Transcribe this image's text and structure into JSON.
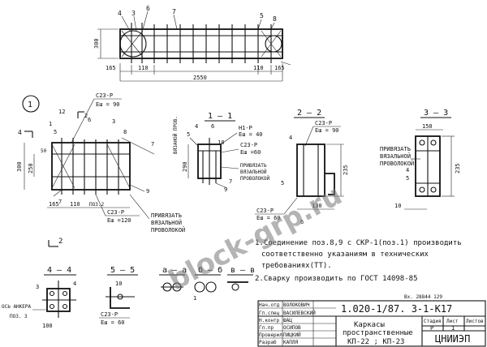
{
  "top_view": {
    "callout_4": "4",
    "callout_3": "3",
    "callout_5": "5",
    "callout_6": "6",
    "callout_7": "7",
    "callout_8": "8",
    "dim_height": "300",
    "dim_165": "165",
    "dim_110_left": "110",
    "dim_110_right": "110",
    "dim_165_right": "165",
    "dim_total": "2550"
  },
  "main_view": {
    "circle_label": "1",
    "leader_c23": "С23-Р",
    "leader_c23_sub": "Е",
    "leader_esh": "Еш = 90",
    "n_12": "12",
    "n_1_left": "1",
    "n_5": "5",
    "n_4": "4",
    "n_3": "3",
    "n_6": "6",
    "n_8": "8",
    "n_7": "7",
    "n_9": "9",
    "n_2_top": "2",
    "n_2_bottom": "2",
    "dim_300": "300",
    "dim_250": "250",
    "dim_165": "165",
    "dim_110": "110",
    "dim_50": "50",
    "dim_pos": "ПОЗ.2",
    "leader_bottom": "С23-Р",
    "leader_bottom_esh": "Еш =120",
    "note_tie_1": "ПРИВЯЗАТЬ",
    "note_tie_2": "ВЯЗАЛЬНОЙ",
    "note_tie_3": "ПРОВОЛОКОЙ"
  },
  "section_1_1": {
    "title": "1 — 1",
    "side_label": "ВЯЗАНОЙ ПРОВ.",
    "h1": "Н1-Р",
    "h1_esh": "Еш = 40",
    "c23": "С23-Р",
    "c23_esh": "Еш =60",
    "n_4": "4",
    "n_5": "5",
    "n_6": "6",
    "n_7": "7",
    "n_9": "9",
    "n_10": "10",
    "dim_290": "290",
    "note_1": "ПРИВЯЗАТЬ",
    "note_2": "ВЯЗАЛЬНОЙ",
    "note_3": "ПРОВОЛОКОЙ"
  },
  "section_2_2": {
    "title": "2 — 2",
    "c23": "С23-Р",
    "c23_esh": "Еш = 90",
    "n_4": "4",
    "n_5": "5",
    "n_6": "6",
    "dim_235": "235",
    "dim_130": "130",
    "c23b": "С23-Р",
    "c23b_esh": "Еш = 60"
  },
  "section_3_3": {
    "title": "3 — 3",
    "dim_150": "150",
    "dim_235": "235",
    "dim_10": "10",
    "n_4": "4",
    "n_5": "5",
    "note_1": "ПРИВЯЗАТЬ",
    "note_2": "ВЯЗАЛЬНОЙ",
    "note_3": "ПРОВОЛОКОЙ"
  },
  "notes": {
    "line1": "1.Соединение поз.8,9 с СКР-1(поз.1) производить",
    "line2": "соответственно указаниям в технических",
    "line3": "требованиях(ТТ).",
    "line4": "2.Сварку производить по ГОСТ 14098-85"
  },
  "bottom_sections": {
    "s44": "4 — 4",
    "s55": "5 — 5",
    "saa": "а — а",
    "sbb": "б — б",
    "svv": "в — в",
    "axis_label": "ОСЬ АНКЕРА",
    "axis_pos": "ПОЗ. 3",
    "c23": "С23-Р",
    "c23_esh": "Еш = 60",
    "dim_100": "100",
    "dim_10": "10",
    "n_3": "3",
    "n_4": "4",
    "n_1": "1"
  },
  "title_block": {
    "stamp": "Вх. 28844 129",
    "code": "1.020-1/87. 3-1-К17",
    "name_1": "Каркасы",
    "name_2": "пространственные",
    "name_3": "КП-22 ; КП-23",
    "roles": [
      "Нач.отд",
      "Гл.спец",
      "Н.контр",
      "Гл.пр",
      "Проверил",
      "Разраб"
    ],
    "people": [
      "ВОЛОКОВИЧ",
      "ВАСИЛЕВСКИЙ",
      "ШАЦ",
      "ОСИПОВ",
      "ПИЦКИЙ",
      "КАПЛЯ"
    ],
    "stage_label": "Стадия",
    "sheet_label": "Лист",
    "sheets_label": "Листов",
    "stage": "Р",
    "sheet": "1",
    "org": "ЦНИИЭП"
  },
  "watermark": "block-grp.ru"
}
